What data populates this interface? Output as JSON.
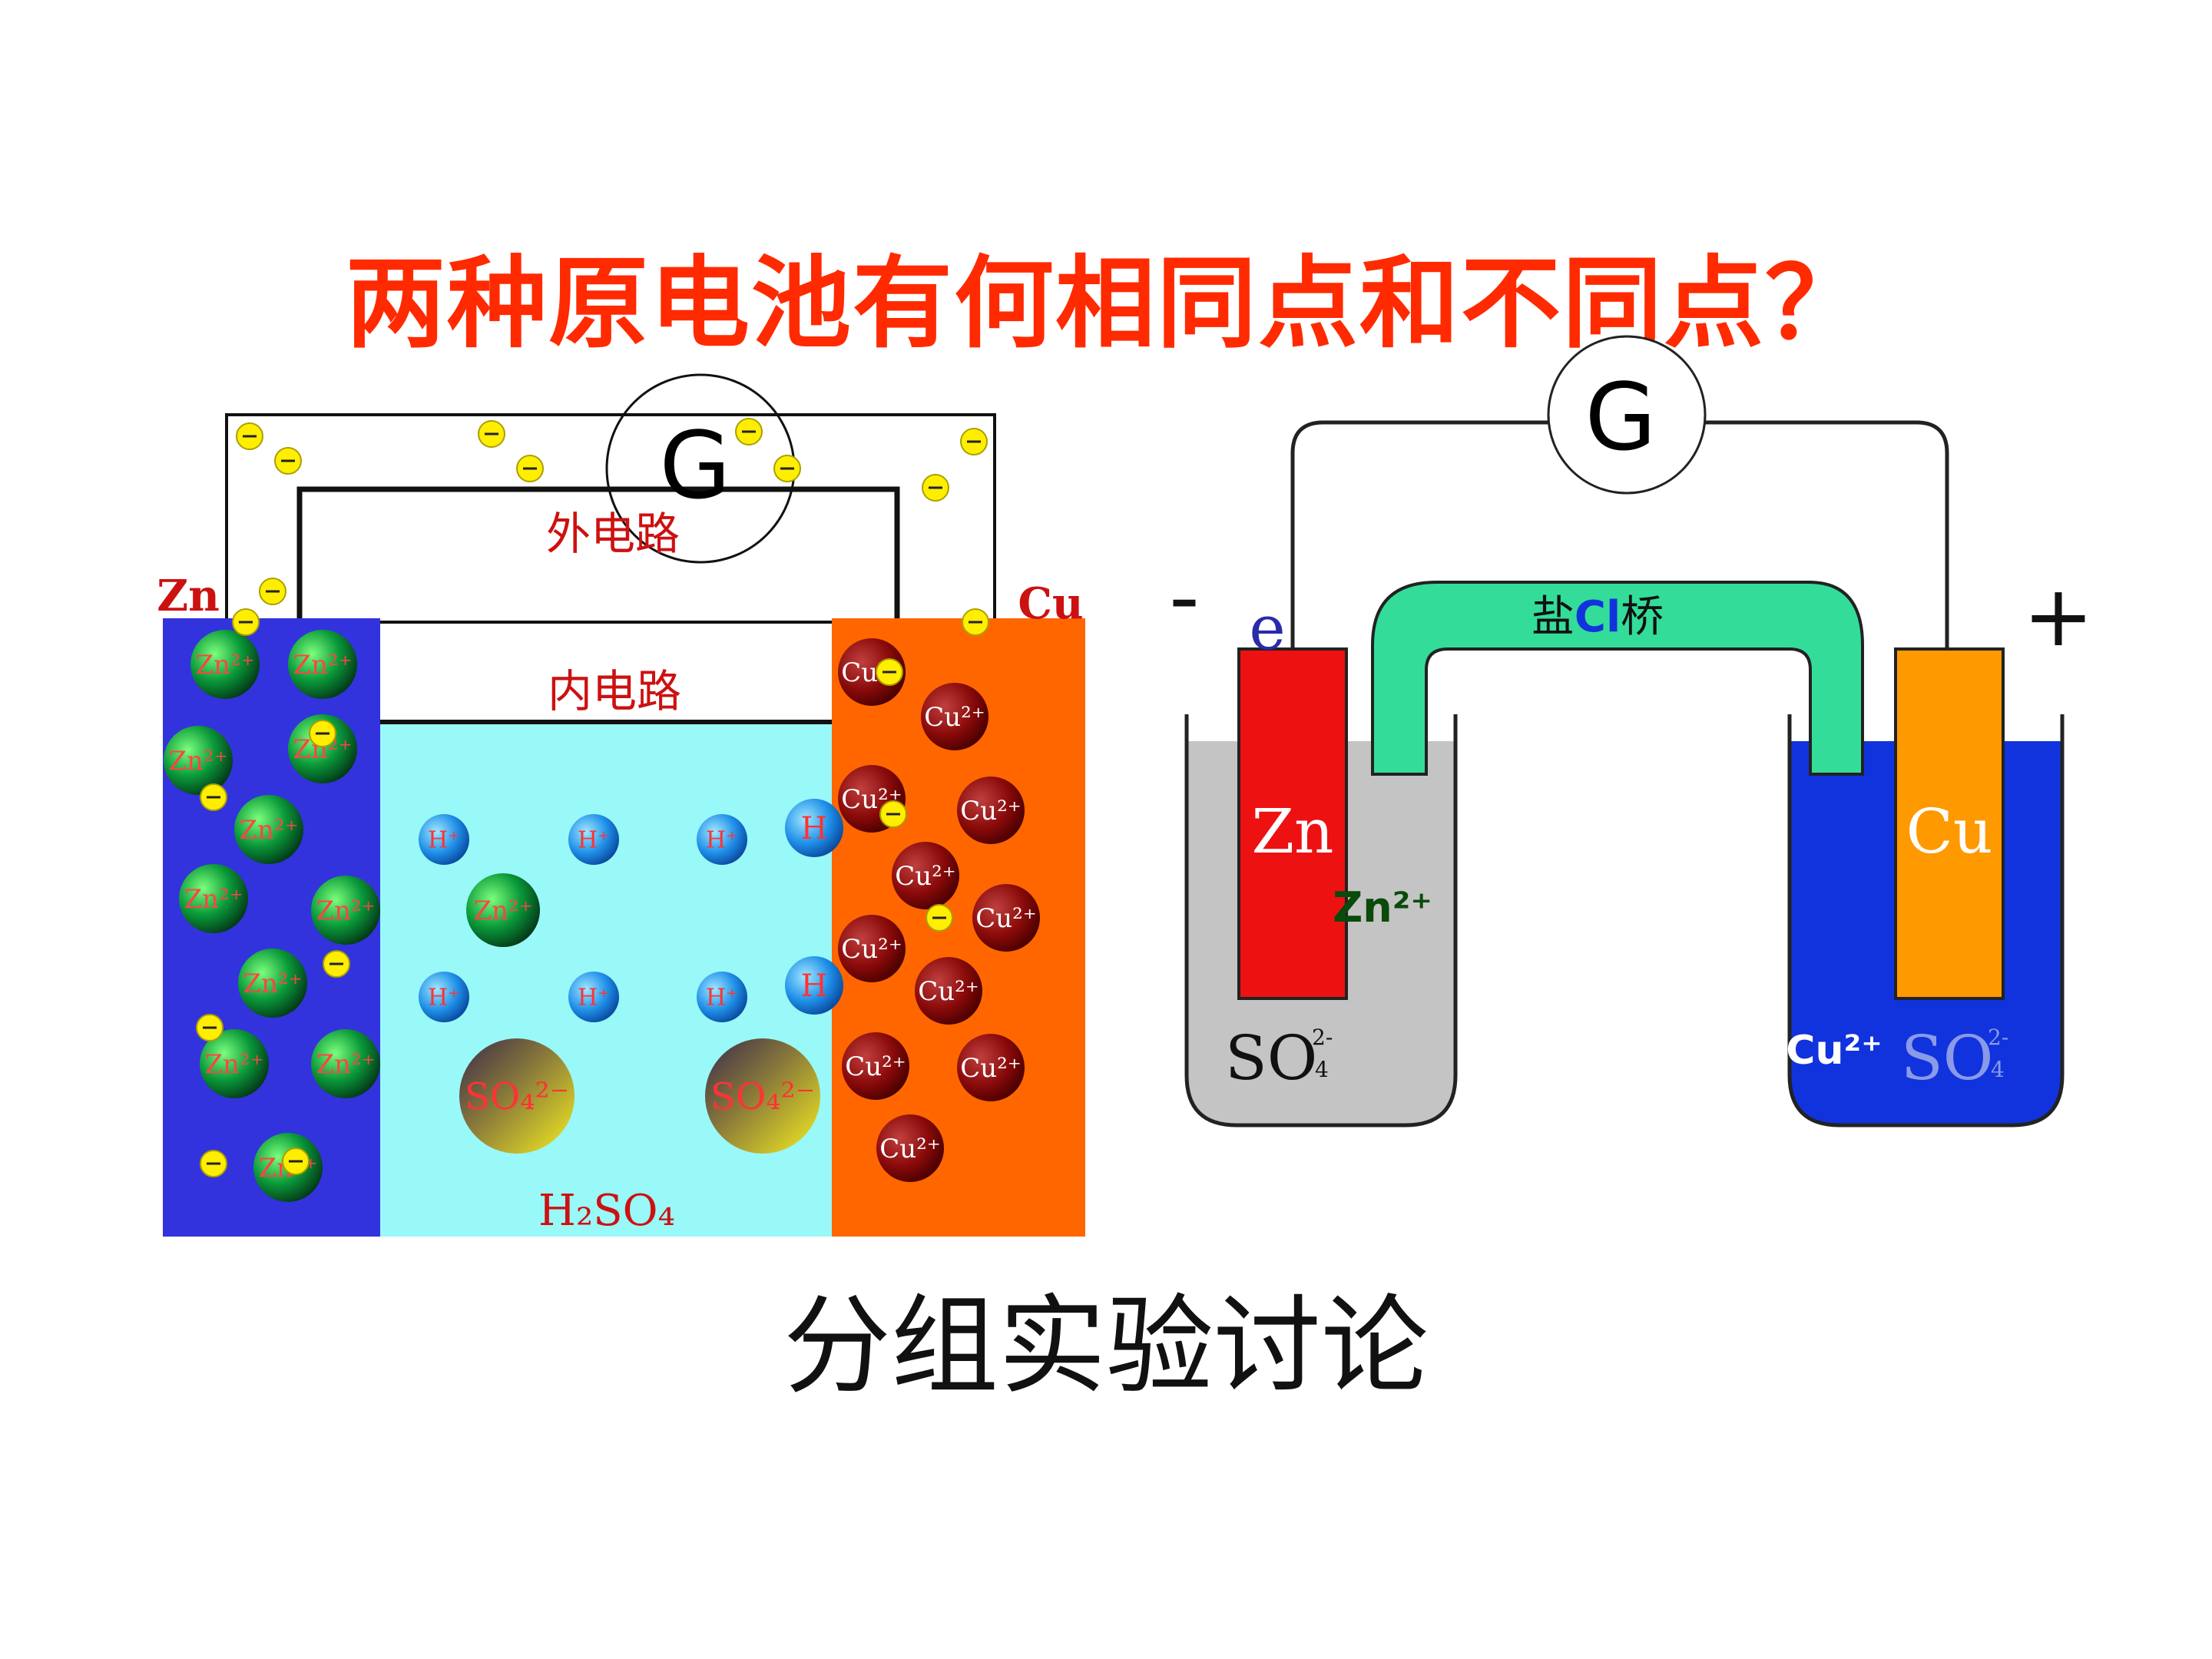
{
  "title": "两种原电池有何相同点和不同点？",
  "caption": "分组实验讨论",
  "colors": {
    "title": "#ff2a00",
    "zn_electrode_left": "#3333dd",
    "cu_electrode_left": "#ff6600",
    "electrolyte_left": "#99f8f8",
    "zn_rod_right": "#ee1111",
    "cu_rod_right": "#ff9900",
    "zn_solution_right": "#c4c4c4",
    "cu_solution_right": "#1133dd",
    "salt_bridge": "#33dd99",
    "electron": "#ffee00"
  },
  "left_cell": {
    "galvanometer": "G",
    "external_circuit": "外电路",
    "internal_circuit": "内电路",
    "electrode_zn": "Zn",
    "electrode_cu": "Cu",
    "electrolyte": "H₂SO₄",
    "ion_zn": "Zn²⁺",
    "ion_cu": "Cu²⁺",
    "ion_h": "H⁺",
    "ion_h_plain": "H",
    "ion_so4": "SO₄²⁻"
  },
  "right_cell": {
    "galvanometer": "G",
    "negative_sign": "-",
    "positive_sign": "+",
    "electron_label": "e",
    "salt_bridge_label": "盐",
    "salt_bridge_ion": "Cl",
    "salt_bridge_label_2": "桥",
    "rod_zn": "Zn",
    "rod_cu": "Cu",
    "ion_zn": "Zn²⁺",
    "ion_cu": "Cu²⁺",
    "anion_so": "SO",
    "anion_sub": "4",
    "anion_sup": "2-"
  }
}
